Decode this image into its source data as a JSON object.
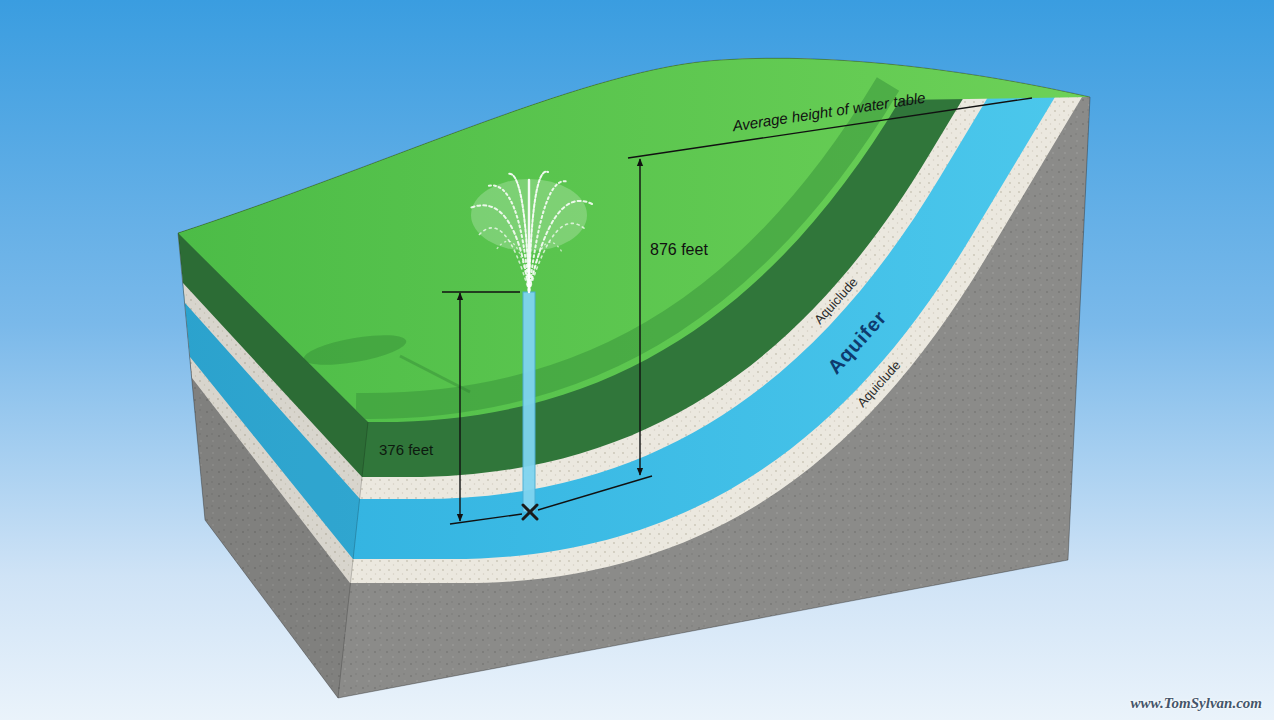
{
  "diagram": {
    "labels": [
      "Average height of water table",
      "876 feet",
      "Aquiclude",
      "Aquifer",
      "Aquiclude",
      "376 feet",
      "www.TomSylvan.com"
    ]
  }
}
